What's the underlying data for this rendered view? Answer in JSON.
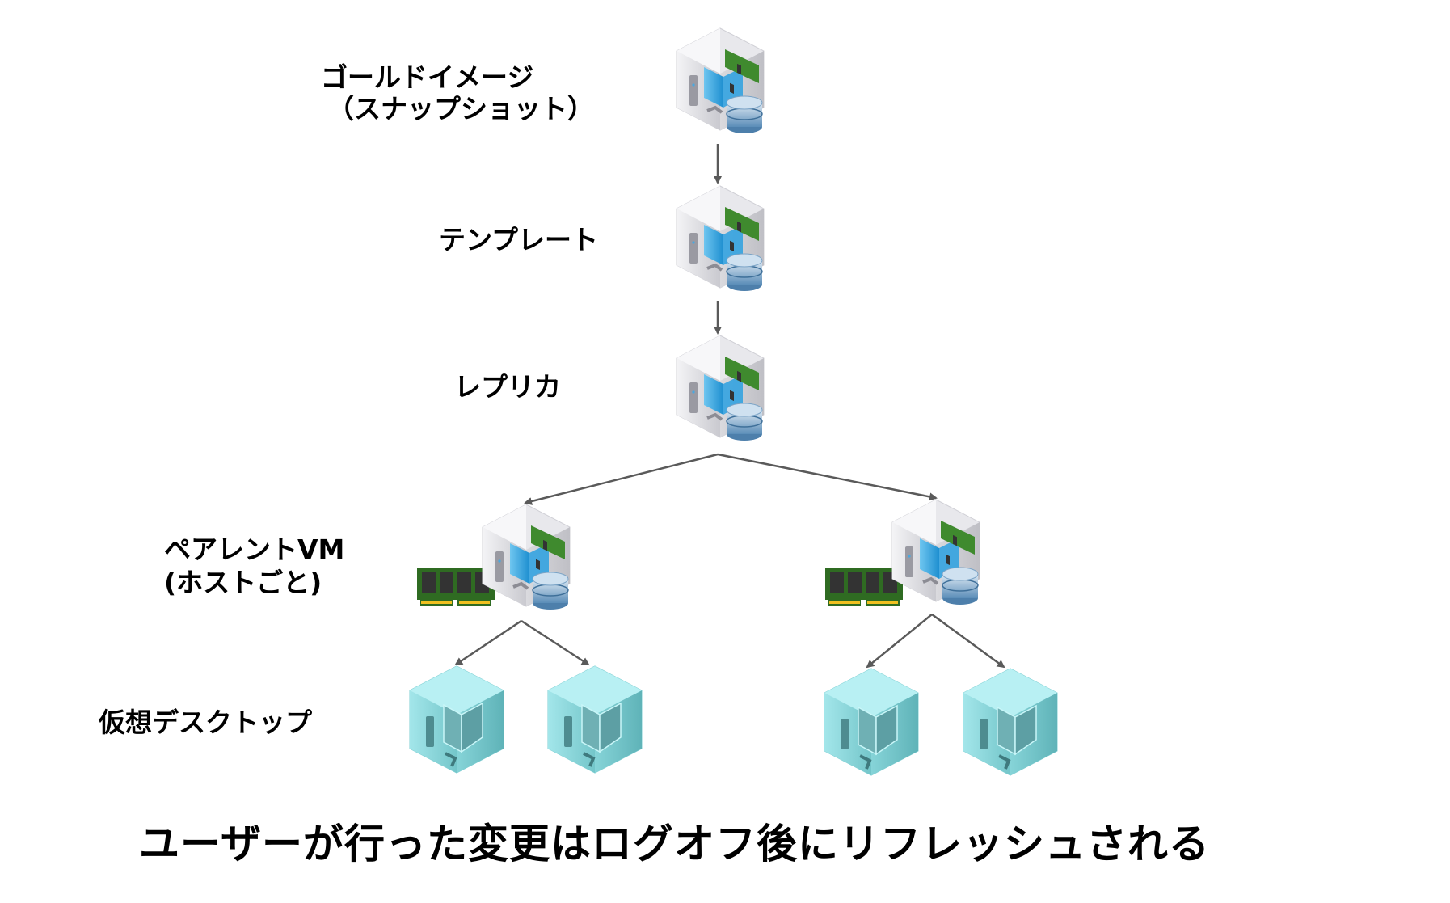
{
  "diagram": {
    "levels": {
      "gold_image": {
        "line1": "ゴールドイメージ",
        "line2": "（スナップショット）"
      },
      "template": {
        "label": "テンプレート"
      },
      "replica": {
        "label": "レプリカ"
      },
      "parent_vm": {
        "line1": "ペアレントVM",
        "line2": "(ホストごと)"
      },
      "virtual_desktop": {
        "label": "仮想デスクトップ"
      }
    },
    "caption": "ユーザーが行った変更はログオフ後にリフレッシュされる",
    "nodes": [
      {
        "id": "gold-image",
        "kind": "vm-server",
        "icon": "vm-server-icon"
      },
      {
        "id": "template",
        "kind": "vm-server",
        "icon": "vm-server-icon"
      },
      {
        "id": "replica",
        "kind": "vm-server",
        "icon": "vm-server-icon"
      },
      {
        "id": "parent-vm-1",
        "kind": "vm-server-with-memory",
        "icon": "vm-server-icon"
      },
      {
        "id": "parent-vm-2",
        "kind": "vm-server-with-memory",
        "icon": "vm-server-icon"
      },
      {
        "id": "desktop-1",
        "kind": "virtual-desktop",
        "icon": "virtual-desktop-icon"
      },
      {
        "id": "desktop-2",
        "kind": "virtual-desktop",
        "icon": "virtual-desktop-icon"
      },
      {
        "id": "desktop-3",
        "kind": "virtual-desktop",
        "icon": "virtual-desktop-icon"
      },
      {
        "id": "desktop-4",
        "kind": "virtual-desktop",
        "icon": "virtual-desktop-icon"
      }
    ],
    "edges": [
      {
        "from": "gold-image",
        "to": "template"
      },
      {
        "from": "template",
        "to": "replica"
      },
      {
        "from": "replica",
        "to": "parent-vm-1"
      },
      {
        "from": "replica",
        "to": "parent-vm-2"
      },
      {
        "from": "parent-vm-1",
        "to": "desktop-1"
      },
      {
        "from": "parent-vm-1",
        "to": "desktop-2"
      },
      {
        "from": "parent-vm-2",
        "to": "desktop-3"
      },
      {
        "from": "parent-vm-2",
        "to": "desktop-4"
      }
    ],
    "colors": {
      "arrow": "#5a5a5a",
      "server_box": "#e6e6ea",
      "screen": "#3aa8e0",
      "ram_green": "#2f6b22",
      "ram_chip": "#333333",
      "ram_pins": "#f0c020",
      "disk": "#8ab4d6",
      "desktop_box": "#8fd9dc"
    }
  }
}
